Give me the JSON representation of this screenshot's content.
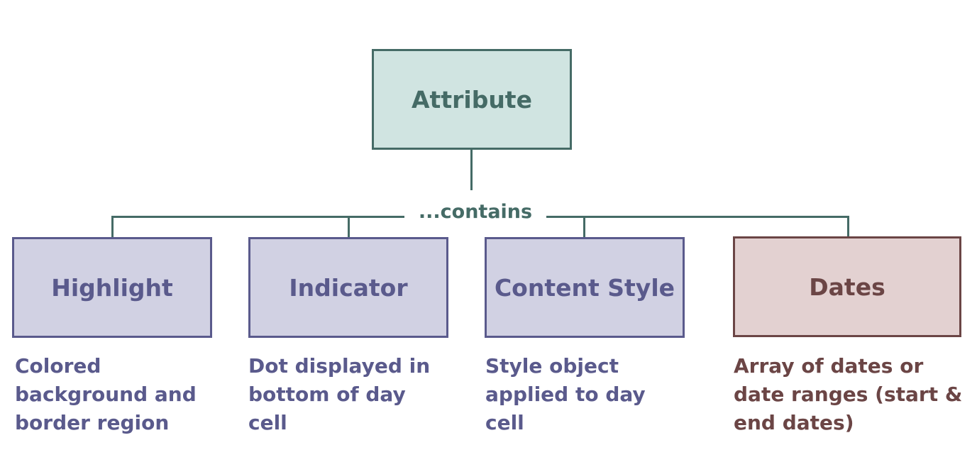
{
  "root": {
    "label": "Attribute"
  },
  "connector": {
    "label": "...contains"
  },
  "children": [
    {
      "label": "Highlight",
      "description": "Colored\nbackground and\nborder region"
    },
    {
      "label": "Indicator",
      "description": "Dot displayed in\nbottom of day\ncell"
    },
    {
      "label": "Content Style",
      "description": "Style object\napplied to day\ncell"
    },
    {
      "label": "Dates",
      "description": "Array of dates or\ndate ranges (start &\nend dates)"
    }
  ],
  "colors": {
    "teal": "#456b66",
    "teal_fill": "#d0e4e1",
    "purple": "#5a5a8c",
    "purple_fill": "#d1d1e3",
    "brown": "#6b4545",
    "brown_fill": "#e3d1d1"
  }
}
